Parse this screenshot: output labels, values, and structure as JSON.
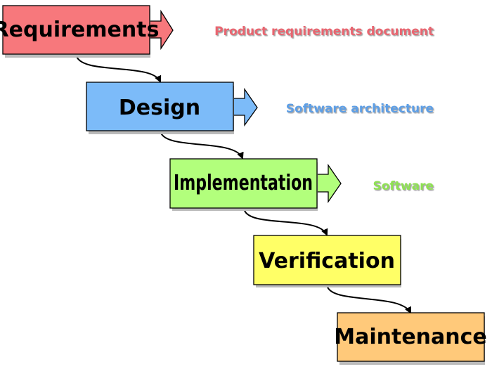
{
  "stages": [
    {
      "label": "Requirements",
      "fill": "#f7787c"
    },
    {
      "label": "Design",
      "fill": "#7cbbf9"
    },
    {
      "label": "Implementation",
      "fill": "#b2ff7c"
    },
    {
      "label": "Verification",
      "fill": "#ffff66"
    },
    {
      "label": "Maintenance",
      "fill": "#ffc97a"
    }
  ],
  "artifacts": [
    {
      "label": "Product requirements document",
      "color": "#e8656f"
    },
    {
      "label": "Software architecture",
      "color": "#5d9fe6"
    },
    {
      "label": "Software",
      "color": "#8fe052"
    }
  ],
  "colors": {
    "stroke": "#000000",
    "shadow": "#bbbbbb",
    "arrow": "#000000"
  }
}
